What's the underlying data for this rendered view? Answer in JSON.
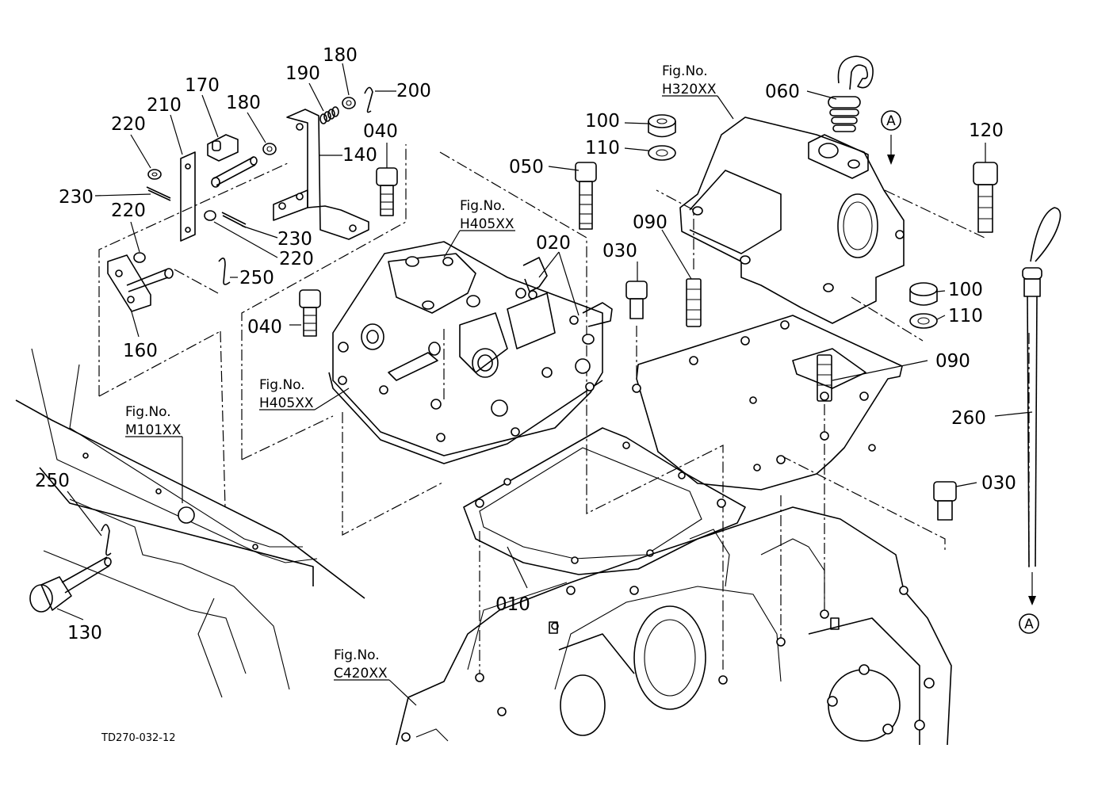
{
  "diagram": {
    "footer_code": "TD270-032-12",
    "fig_refs": {
      "h320": {
        "line1": "Fig.No.",
        "line2": "H320XX"
      },
      "h405_top": {
        "line1": "Fig.No.",
        "line2": "H405XX"
      },
      "h405_left": {
        "line1": "Fig.No.",
        "line2": "H405XX"
      },
      "m101": {
        "line1": "Fig.No.",
        "line2": "M101XX"
      },
      "c420": {
        "line1": "Fig.No.",
        "line2": "C420XX"
      }
    },
    "callout_A": "A",
    "labels": {
      "p180a": "180",
      "p190": "190",
      "p200": "200",
      "p170": "170",
      "p210": "210",
      "p180b": "180",
      "p220a": "220",
      "p140": "140",
      "p040a": "040",
      "p230a": "230",
      "p220b": "220",
      "p230b": "230",
      "p220c": "220",
      "p250a": "250",
      "p160": "160",
      "p040b": "040",
      "p050": "050",
      "p100a": "100",
      "p110a": "110",
      "p060": "060",
      "p120": "120",
      "p020": "020",
      "p090a": "090",
      "p030a": "030",
      "p100b": "100",
      "p110b": "110",
      "p090b": "090",
      "p260": "260",
      "p030b": "030",
      "p010": "010",
      "p250b": "250",
      "p130": "130"
    }
  }
}
